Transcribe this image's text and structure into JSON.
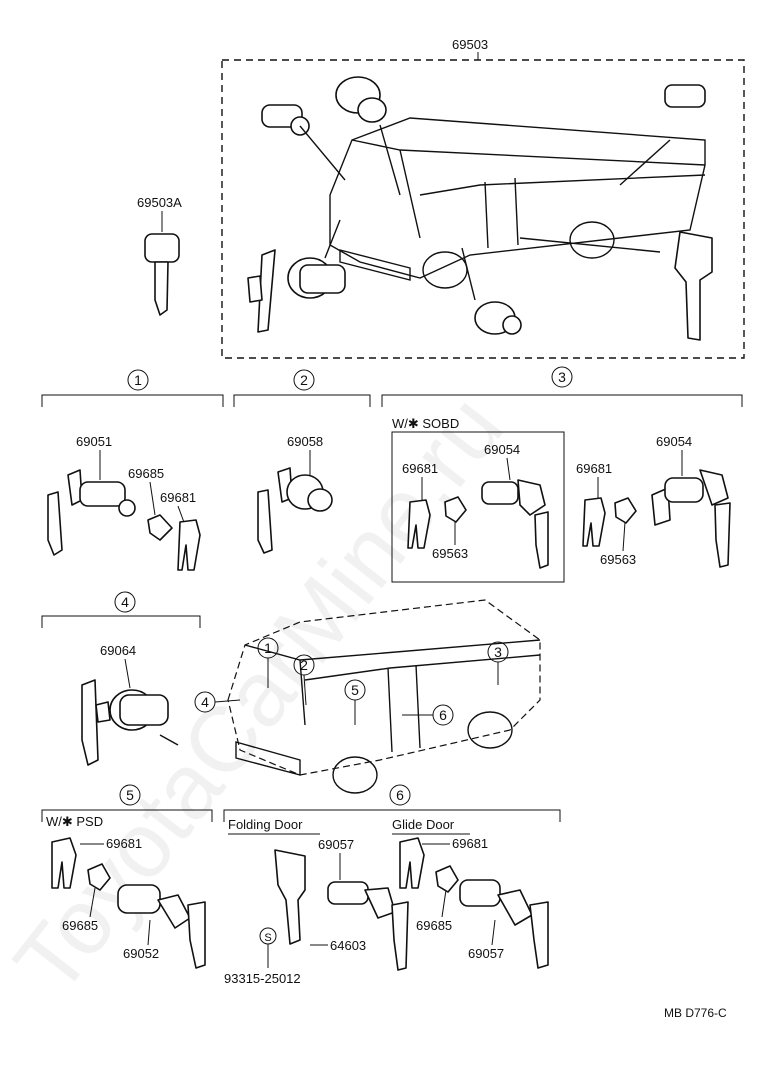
{
  "watermark": "ToyotaCarMine.ru",
  "diagram_code": "MB D776-C",
  "top": {
    "assembly": "69503",
    "key_blank": "69503A"
  },
  "groups": [
    {
      "num": "1",
      "parts": [
        "69051",
        "69685",
        "69681"
      ]
    },
    {
      "num": "2",
      "parts": [
        "69058"
      ]
    },
    {
      "num": "3",
      "note": "W/✱ SOBD",
      "parts": [
        "69681",
        "69054",
        "69563",
        "69681",
        "69054",
        "69563"
      ]
    },
    {
      "num": "4",
      "parts": [
        "69064"
      ]
    },
    {
      "num": "5",
      "note": "W/✱ PSD",
      "parts": [
        "69681",
        "69685",
        "69052"
      ]
    },
    {
      "num": "6",
      "sub": [
        {
          "title": "Folding Door",
          "parts": [
            "69057",
            "64603",
            "93315-25012"
          ]
        },
        {
          "title": "Glide Door",
          "parts": [
            "69681",
            "69685",
            "69057"
          ]
        }
      ]
    }
  ],
  "van_callouts": [
    "1",
    "2",
    "3",
    "4",
    "5",
    "6"
  ],
  "s_marker": "S"
}
